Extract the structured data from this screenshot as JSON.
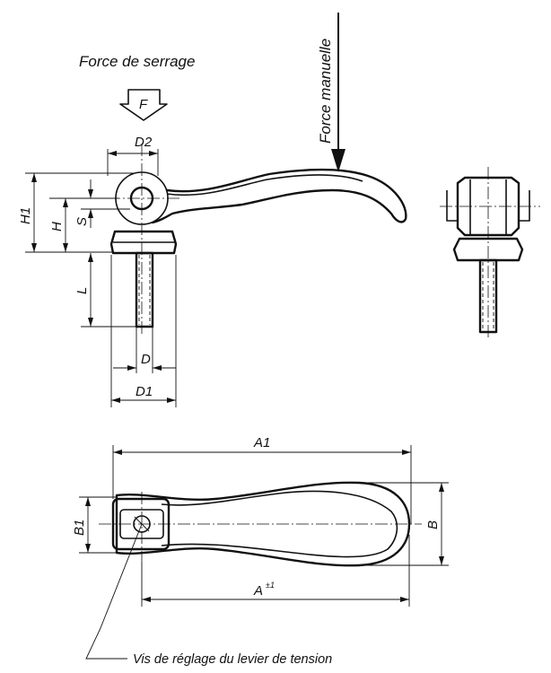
{
  "captions": {
    "clamping_force": "Force de serrage",
    "manual_force": "Force manuelle",
    "force_symbol": "F",
    "adjusting_screw": "Vis de réglage du levier de tension"
  },
  "dimensions": {
    "D2": "D2",
    "H1": "H1",
    "H": "H",
    "S": "S",
    "L": "L",
    "D": "D",
    "D1": "D1",
    "A1": "A1",
    "A": "A",
    "A_tolerance": "±1",
    "B1": "B1",
    "B": "B"
  }
}
